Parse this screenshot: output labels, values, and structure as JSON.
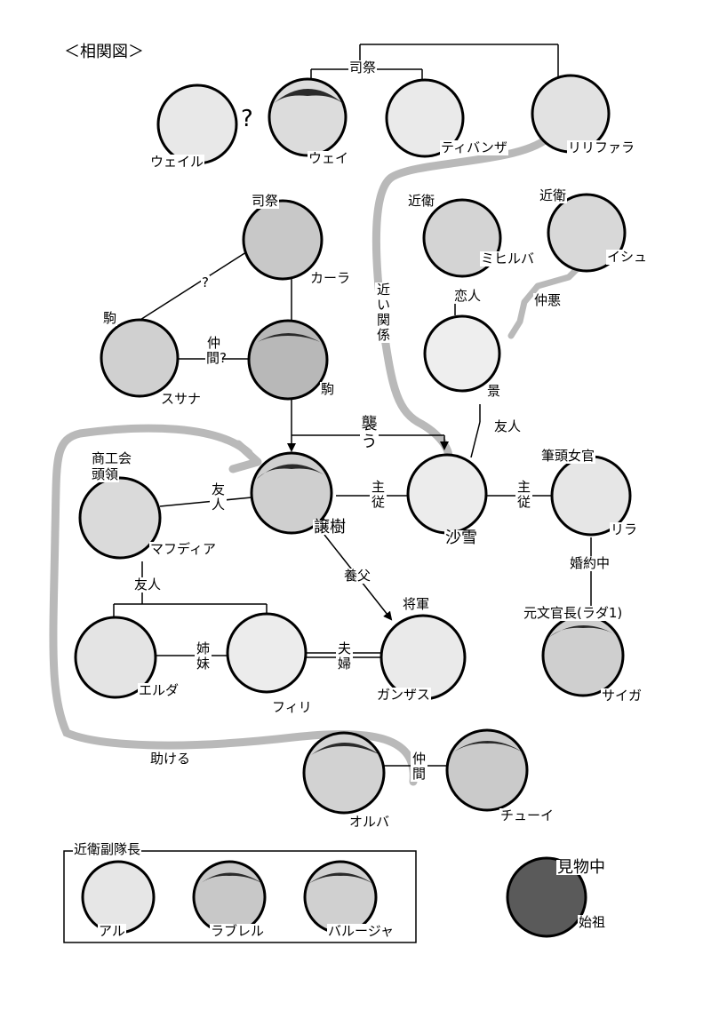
{
  "title": "＜相関図＞",
  "characters": {
    "weil": "ウェイル",
    "wei": "ウェイ",
    "tivanza": "ティバンザ",
    "ririfara": "リリファラ",
    "mihiruba": "ミヒルバ",
    "ishu": "イシュ",
    "kara": "カーラ",
    "susana": "スサナ",
    "koma": "駒",
    "kei": "景",
    "mafudia": "マフディア",
    "yuzuki": "譲樹",
    "sayuki": "沙雪",
    "rira": "リラ",
    "eruda": "エルダ",
    "firi": "フィリ",
    "ganzasu": "ガンザス",
    "saiga": "サイガ",
    "oruba": "オルバ",
    "chui": "チューイ",
    "aru": "アル",
    "rabureru": "ラブレル",
    "baruja": "バルージャ",
    "shiso": "始祖"
  },
  "roles": {
    "shisai_top": "司祭",
    "shisai_kara": "司祭",
    "konoe_mihiruba": "近衛",
    "konoe_ishu": "近衛",
    "koma_susana": "駒",
    "shokokai": "商工会",
    "toryo": "頭領",
    "hitto_jokan": "筆頭女官",
    "shogun": "将軍",
    "motobunkan": "元文官長(ラダ1)"
  },
  "relations": {
    "question_big": "?",
    "shisai_link": "司祭",
    "question_small": "?",
    "nakama_q": "仲間?",
    "osou": "襲う",
    "chikai_kankei": "近い関係",
    "koibito": "恋人",
    "nakawarui": "仲悪",
    "yujin_kei": "友人",
    "yujin_mafu": "友人",
    "shuju1": "主従",
    "shuju2": "主従",
    "konyaku": "婚約中",
    "yofu": "養父",
    "yujin_eruda": "友人",
    "shimai": "姉妹",
    "fufu": "夫婦",
    "tasukeru": "助ける",
    "nakama": "仲間"
  },
  "box_title": "近衛副隊長",
  "kenbutsu": "見物中"
}
